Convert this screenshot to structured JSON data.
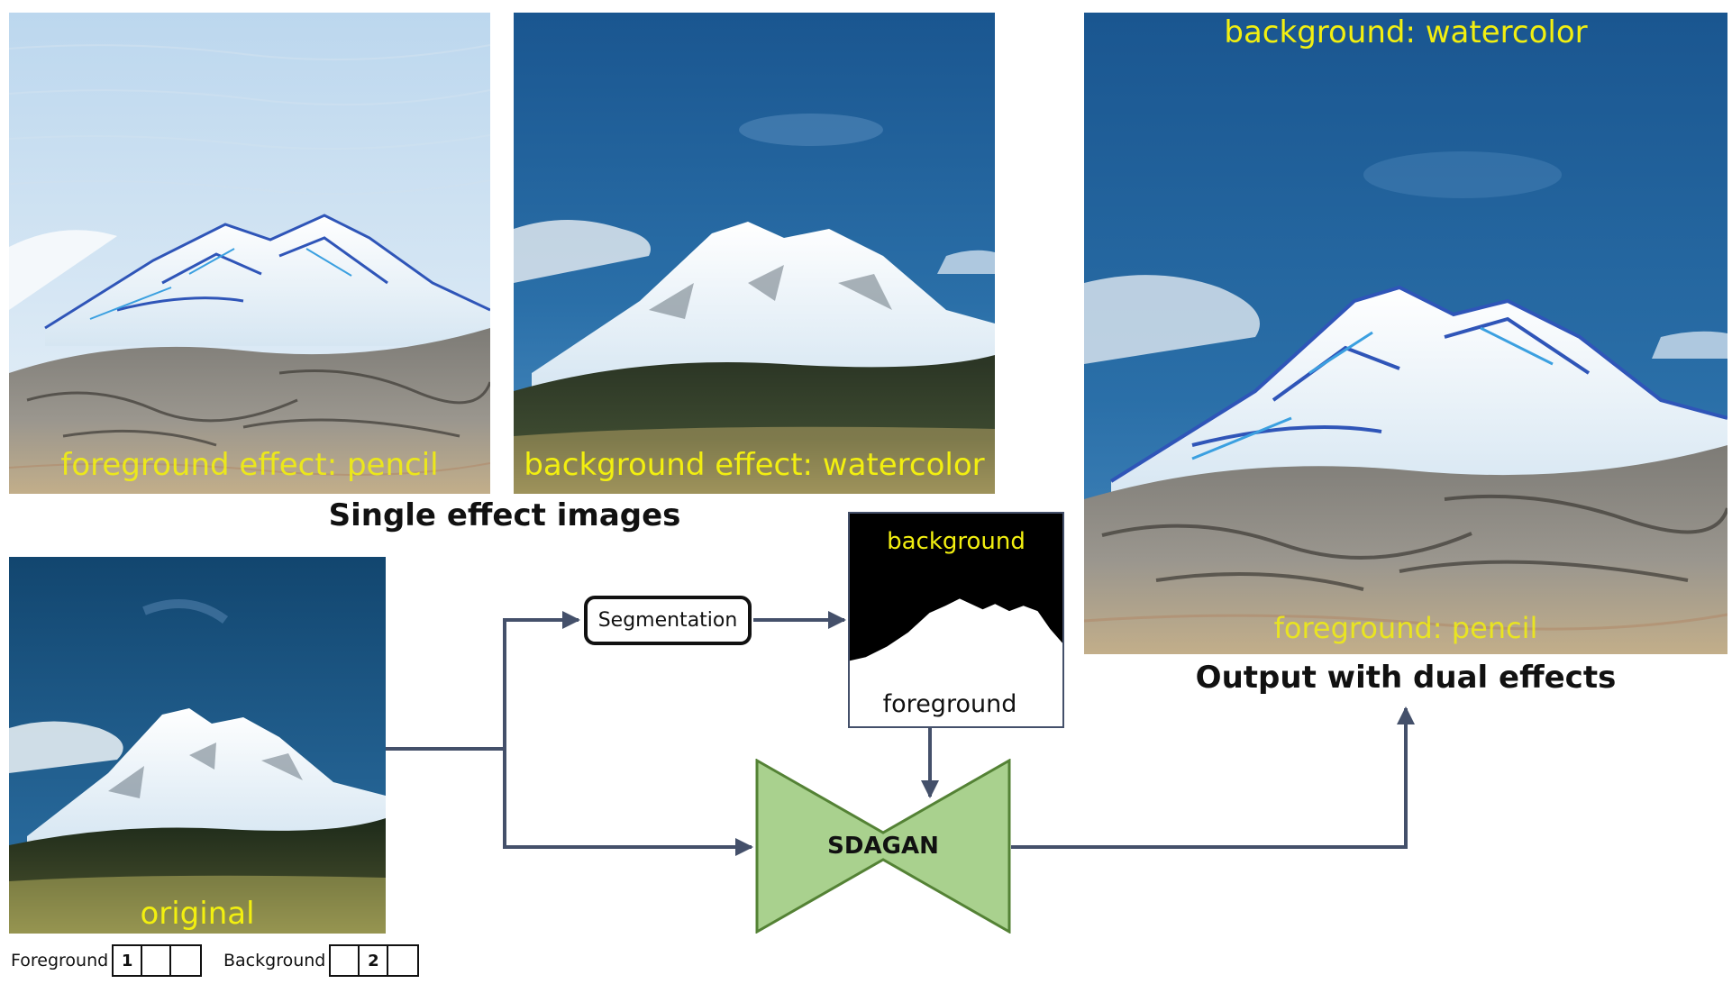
{
  "panels": {
    "pencil_caption": "foreground effect: pencil",
    "watercolor_caption": "background effect: watercolor",
    "original_caption": "original",
    "output_bg_caption": "background: watercolor",
    "output_fg_caption": "foreground: pencil"
  },
  "headings": {
    "single": "Single effect images",
    "output": "Output with dual effects"
  },
  "pipeline": {
    "segmentation": "Segmentation",
    "mask_background": "background",
    "mask_foreground": "foreground",
    "model": "SDAGAN"
  },
  "legend": {
    "foreground_label": "Foreground",
    "foreground_slots": [
      "1",
      "",
      ""
    ],
    "background_label": "Background",
    "background_slots": [
      "",
      "2",
      ""
    ]
  },
  "colors": {
    "caption_yellow": "#f2ef10",
    "arrow": "#44506a",
    "sdagan_fill": "#a9d18e",
    "sdagan_stroke": "#548235"
  }
}
